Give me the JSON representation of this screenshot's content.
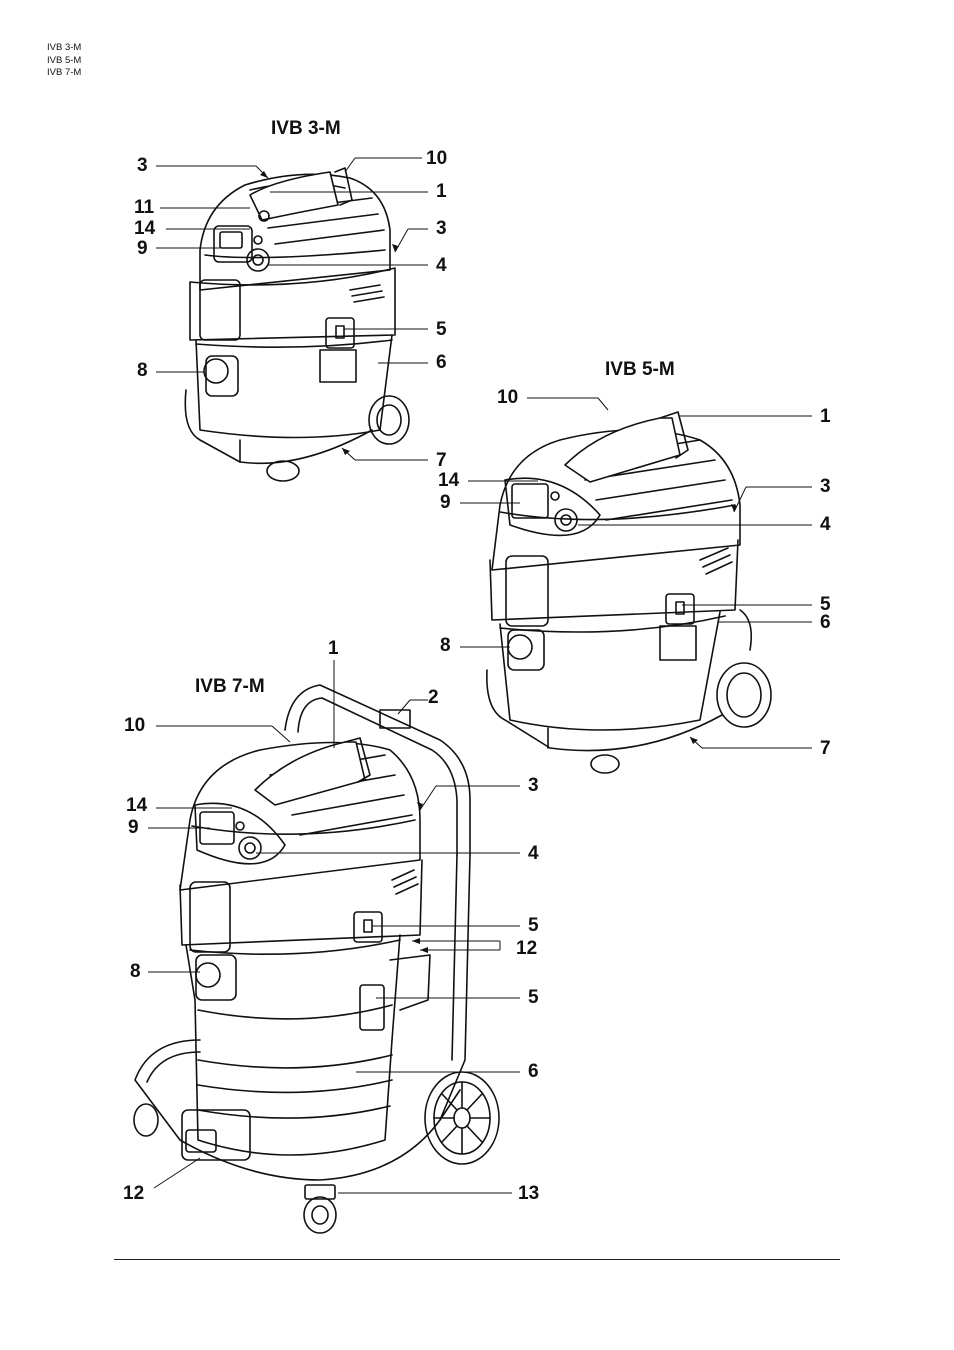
{
  "header": {
    "models": [
      "IVB 3-M",
      "IVB 5-M",
      "IVB 7-M"
    ]
  },
  "figures": [
    {
      "title": "IVB 3-M",
      "labels": [
        "3",
        "10",
        "1",
        "11",
        "14",
        "3",
        "9",
        "4",
        "5",
        "8",
        "6",
        "7"
      ]
    },
    {
      "title": "IVB 5-M",
      "labels": [
        "10",
        "1",
        "14",
        "3",
        "9",
        "4",
        "5",
        "6",
        "8",
        "7"
      ]
    },
    {
      "title": "IVB 7-M",
      "labels": [
        "1",
        "2",
        "10",
        "3",
        "14",
        "9",
        "4",
        "5",
        "12",
        "8",
        "5",
        "6",
        "12",
        "13"
      ]
    }
  ]
}
